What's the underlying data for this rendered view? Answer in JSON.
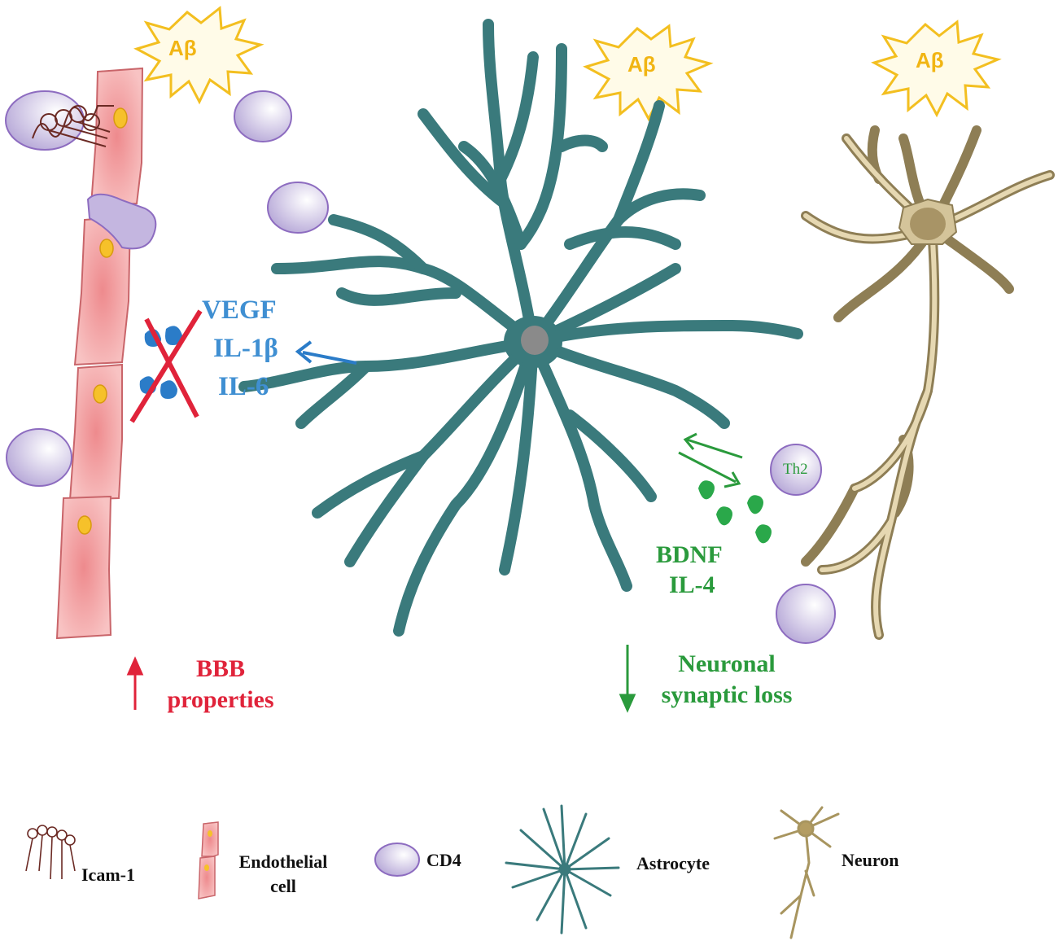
{
  "antigen": {
    "label": "Aβ"
  },
  "cytokines_inhibited": {
    "items": [
      "VEGF",
      "IL-1β",
      "IL-6"
    ],
    "color": "#3f8fd2"
  },
  "bbb": {
    "line1": "BBB",
    "line2": "properties",
    "color": "#e0233a"
  },
  "th2": {
    "label": "Th2"
  },
  "neurotrophic": {
    "line1": "BDNF",
    "line2": "IL-4",
    "color": "#2a9a3c"
  },
  "synaptic": {
    "line1": "Neuronal",
    "line2": "synaptic loss",
    "color": "#2a9a3c"
  },
  "legend": {
    "icam": "Icam-1",
    "endothelial_line1": "Endothelial",
    "endothelial_line2": "cell",
    "cd4": "CD4",
    "astrocyte": "Astrocyte",
    "neuron": "Neuron"
  },
  "colors": {
    "astrocyte": "#3a7a7c",
    "neuron": "#c8b48a",
    "endothelial": "#f3a9aa",
    "cd4": "#cbbfe3",
    "abeta": "#f3bf20"
  }
}
